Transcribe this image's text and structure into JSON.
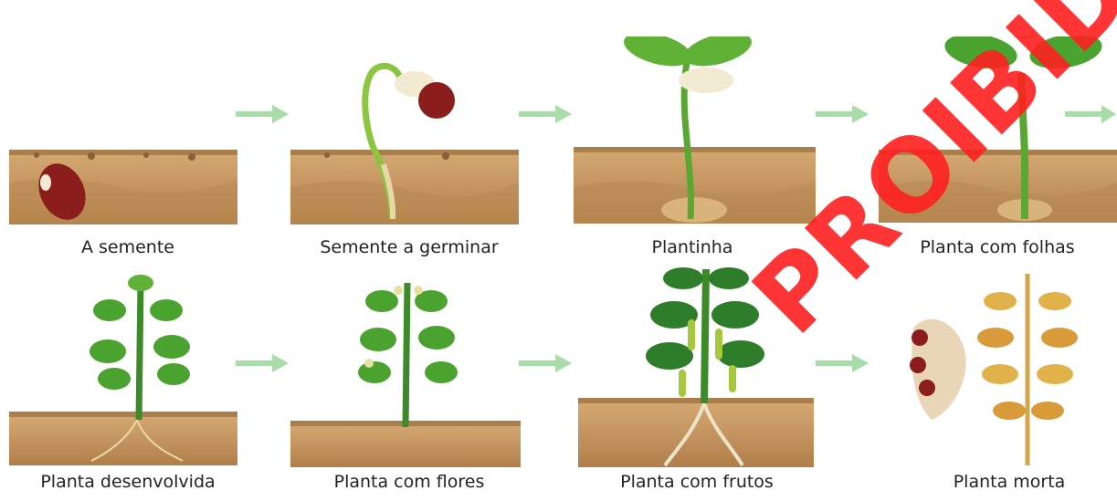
{
  "stages": [
    {
      "label": "A semente"
    },
    {
      "label": "Semente a germinar"
    },
    {
      "label": "Plantinha"
    },
    {
      "label": "Planta com folhas"
    },
    {
      "label": "Planta desenvolvida"
    },
    {
      "label": "Planta com flores"
    },
    {
      "label": "Planta com frutos"
    },
    {
      "label": "Planta morta"
    }
  ],
  "watermark": "PROIBIDA",
  "colors": {
    "soil": "#c9a06a",
    "soil_dark": "#a9804d",
    "arrow": "#a8dca8",
    "leaf": "#4aa32f",
    "seed": "#8b1d1d",
    "watermark": "#ff2020"
  }
}
